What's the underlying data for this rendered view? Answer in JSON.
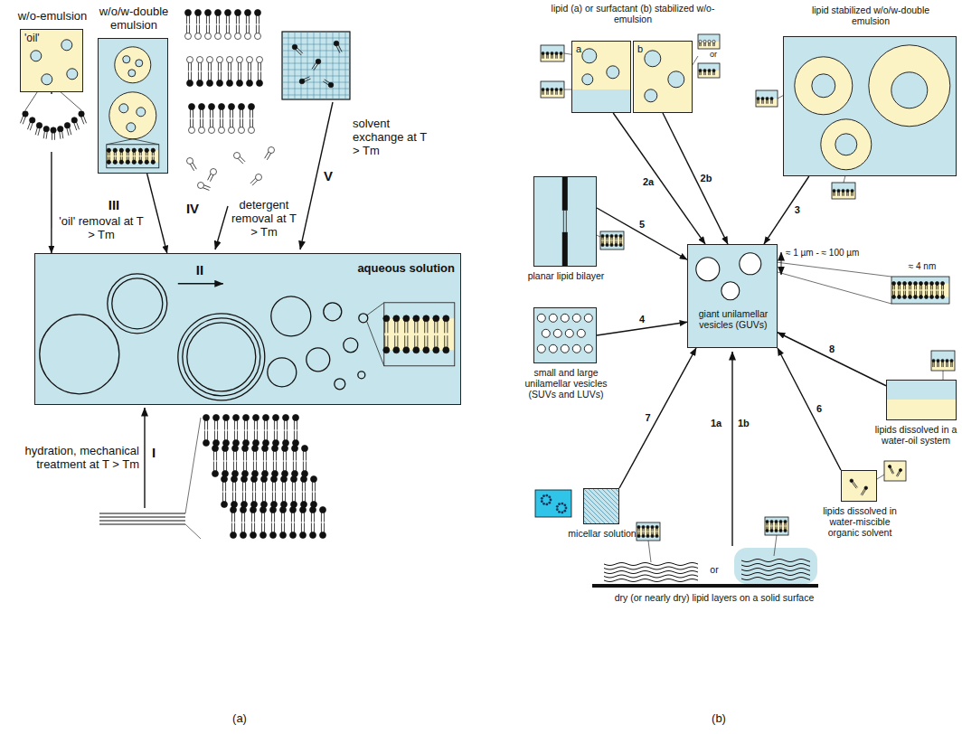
{
  "diagram": {
    "nodes": [
      {
        "text": [
          "w/o-emulsion",
          "'oil'"
        ]
      },
      {
        "text": [
          "w/o/w-double emulsion"
        ]
      },
      {
        "text": [
          "aqueous solution"
        ]
      },
      {
        "text": [
          "a"
        ]
      },
      {
        "text": [
          "b"
        ]
      },
      {
        "text": [
          "lipid stabilized w/o/w-double emulsion"
        ]
      },
      {
        "text": [
          "planar lipid bilayer"
        ]
      },
      {
        "text": [
          "small and large unilamellar vesicles (SUVs and LUVs)"
        ]
      },
      {
        "text": [
          "giant unilamellar vesicles (GUVs)"
        ]
      },
      {
        "text": [
          "lipids dissolved in a water-oil system"
        ]
      },
      {
        "text": [
          "lipids dissolved in water-miscible organic solvent"
        ]
      },
      {
        "text": [
          "micellar solution"
        ]
      }
    ],
    "edges": [
      {
        "from": 0,
        "to": 2,
        "arrow": "to"
      },
      {
        "from": 1,
        "to": 2,
        "arrow": "to"
      },
      {
        "from": 3,
        "to": 8,
        "label": "2a",
        "arrow": "to"
      },
      {
        "from": 4,
        "to": 8,
        "label": "2b",
        "arrow": "to"
      },
      {
        "from": 5,
        "to": 8,
        "label": "3",
        "arrow": "to"
      },
      {
        "from": 6,
        "to": 8,
        "label": "5",
        "arrow": "to"
      },
      {
        "from": 7,
        "to": 8,
        "label": "4",
        "arrow": "to"
      },
      {
        "from": 9,
        "to": 8,
        "label": "8",
        "arrow": "to"
      },
      {
        "from": 10,
        "to": 8,
        "label": "6",
        "arrow": "to"
      },
      {
        "from": 11,
        "to": 8,
        "label": "7",
        "arrow": "to"
      }
    ],
    "labels": [
      "III",
      "'oil' removal at T > Tm",
      "IV",
      "detergent removal at T > Tm",
      "V",
      "solvent exchange at T > Tm",
      "II",
      "I",
      "hydration, mechanical treatment at T > Tm",
      "(a)",
      "lipid (a) or surfactant (b) stabilized w/o-emulsion",
      "or",
      "≈ 1 µm - ≈ 100 µm",
      "≈ 4 nm",
      "1a",
      "1b",
      "or",
      "dry (or nearly dry) lipid layers on a solid surface",
      "(b)"
    ]
  }
}
